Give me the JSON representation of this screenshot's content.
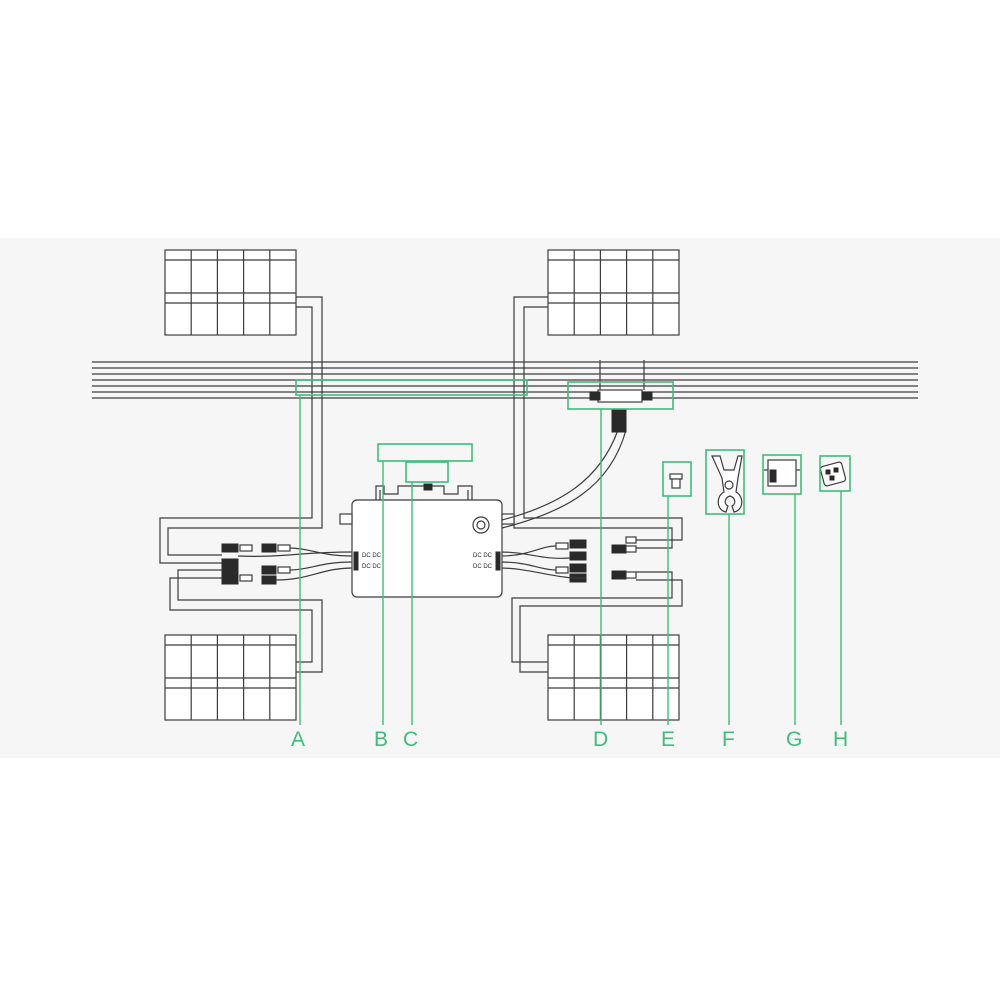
{
  "diagram": {
    "accent_color": "#3bbf7a",
    "line_color": "#3c3c3c",
    "panel_background": "#f6f6f6",
    "callouts": [
      {
        "id": "A",
        "label": "A"
      },
      {
        "id": "B",
        "label": "B"
      },
      {
        "id": "C",
        "label": "C"
      },
      {
        "id": "D",
        "label": "D"
      },
      {
        "id": "E",
        "label": "E"
      },
      {
        "id": "F",
        "label": "F"
      },
      {
        "id": "G",
        "label": "G"
      },
      {
        "id": "H",
        "label": "H"
      }
    ],
    "components": {
      "solar_panels": 4,
      "inverter_dc_ports": 8
    }
  }
}
